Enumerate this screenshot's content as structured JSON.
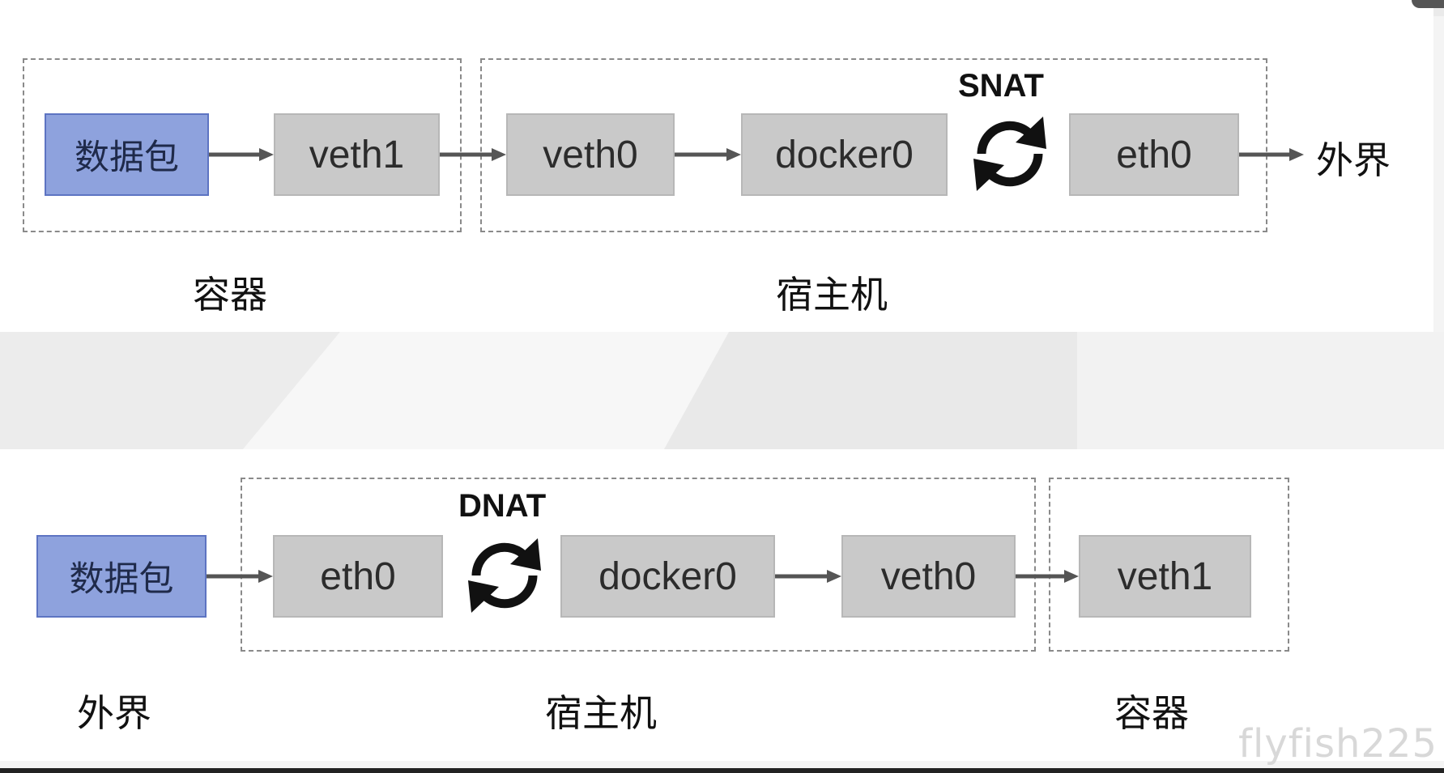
{
  "diagram_top": {
    "nat_label": "SNAT",
    "nodes": {
      "packet": "数据包",
      "veth1": "veth1",
      "veth0": "veth0",
      "docker0": "docker0",
      "eth0": "eth0"
    },
    "end_label": "外界",
    "groups": {
      "container": "容器",
      "host": "宿主机"
    }
  },
  "diagram_bottom": {
    "nat_label": "DNAT",
    "nodes": {
      "packet": "数据包",
      "eth0": "eth0",
      "docker0": "docker0",
      "veth0": "veth0",
      "veth1": "veth1"
    },
    "groups": {
      "outside": "外界",
      "host": "宿主机",
      "container": "容器"
    }
  },
  "watermark": "flyfish225",
  "colors": {
    "packet_fill": "#8ea2dd",
    "node_fill": "#c9c9c9",
    "arrow": "#555555"
  }
}
